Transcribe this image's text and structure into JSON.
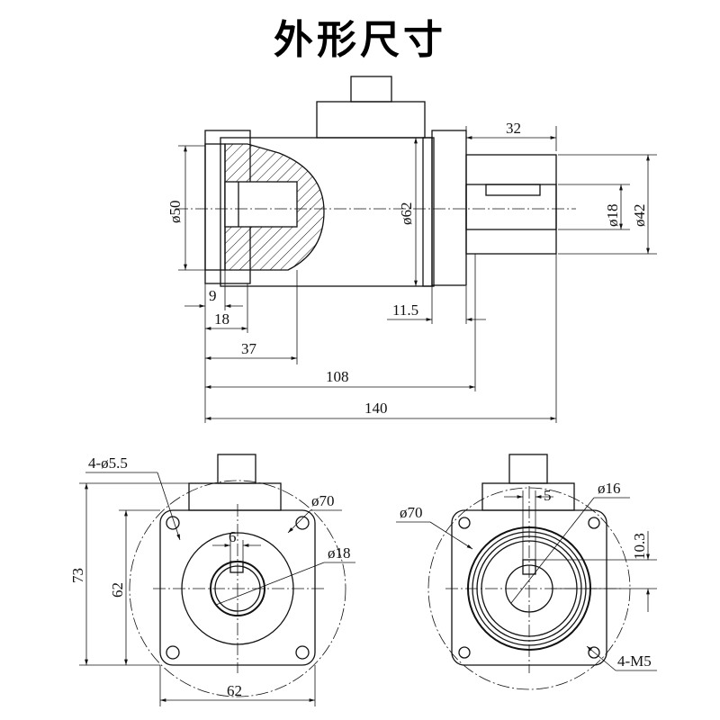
{
  "title": "外形尺寸",
  "side_view": {
    "dims": {
      "shaft_length": "32",
      "flange_pilot_dia": "ø50",
      "body_dia": "ø62",
      "shaft_dia": "ø18",
      "shaft_shoulder_dia": "ø42",
      "flange_thickness": "9",
      "bore_depth": "18",
      "input_length": "37",
      "body_length": "108",
      "shoulder_length": "11.5",
      "overall_length": "140"
    }
  },
  "input_view": {
    "dims": {
      "mount_holes": "4-ø5.5",
      "pcd": "ø70",
      "keyway_width": "6",
      "bore_dia": "ø18",
      "height": "73",
      "flange_height": "62",
      "flange_width": "62"
    }
  },
  "output_view": {
    "dims": {
      "pcd": "ø70",
      "key_width": "5",
      "bore_dia": "ø16",
      "key_height": "10.3",
      "tapped_holes": "4-M5"
    }
  }
}
